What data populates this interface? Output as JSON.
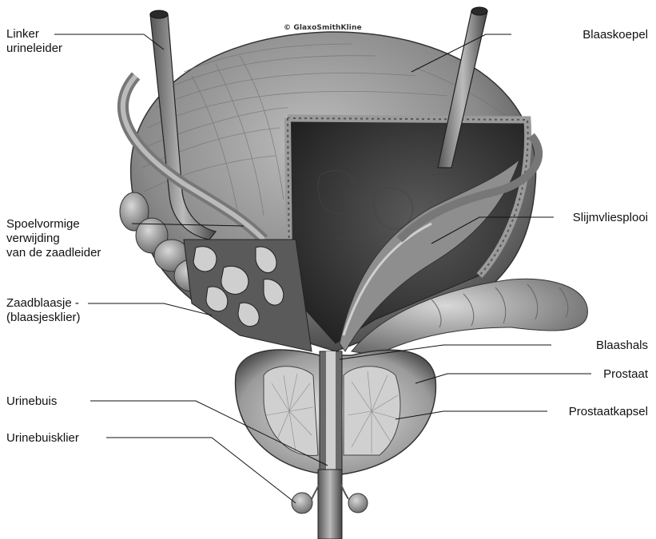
{
  "watermark": "© GlaxoSmithKline",
  "labels": {
    "linker_urineleider_1": "Linker",
    "linker_urineleider_2": "urineleider",
    "spoelvormige_1": "Spoelvormige",
    "spoelvormige_2": "verwijding",
    "spoelvormige_3": "van de zaadleider",
    "zaadblaasje_1": "Zaadblaasje -",
    "zaadblaasje_2": "(blaasjesklier)",
    "urinebuis": "Urinebuis",
    "urinebuisklier": "Urinebuisklier",
    "blaaskoepel": "Blaaskoepel",
    "slijmvliesplooi": "Slijmvliesplooi",
    "blaashals": "Blaashals",
    "prostaat": "Prostaat",
    "prostaatkapsel": "Prostaatkapsel"
  }
}
